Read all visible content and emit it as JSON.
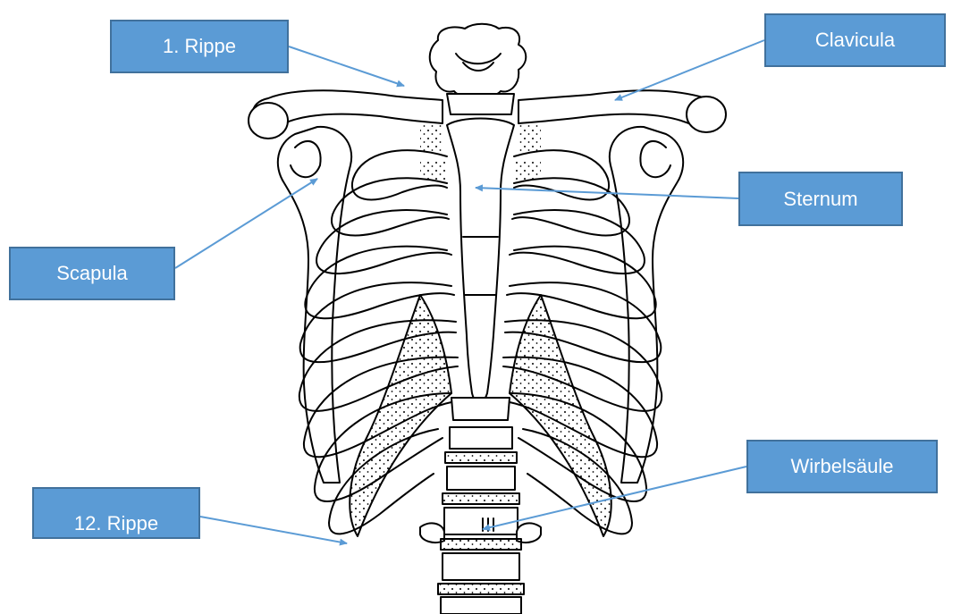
{
  "labels": {
    "rib1": "1. Rippe",
    "clavicula": "Clavicula",
    "sternum": "Sternum",
    "scapula": "Scapula",
    "wirbelsaeule": "Wirbelsäule",
    "rib12": "12. Rippe"
  },
  "colors": {
    "label_fill": "#5b9bd5",
    "label_border": "#41719c",
    "label_text": "#ffffff",
    "arrow": "#5b9bd5",
    "drawing_stroke": "#000000"
  }
}
